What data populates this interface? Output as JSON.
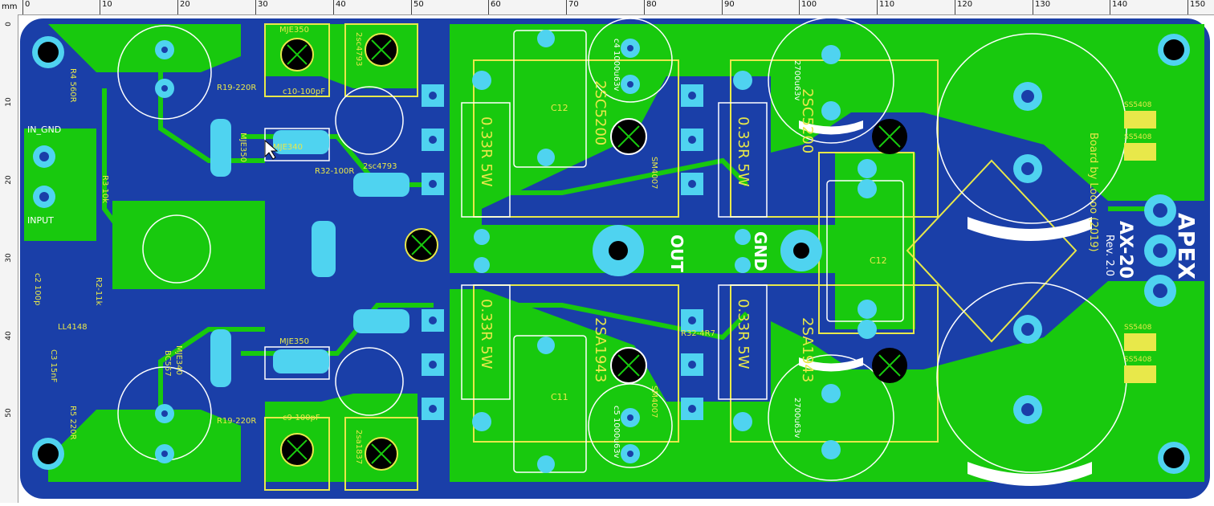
{
  "ruler": {
    "unit": "mm",
    "top_ticks": [
      "0",
      "10",
      "20",
      "30",
      "40",
      "50",
      "60",
      "70",
      "80",
      "90",
      "100",
      "110",
      "120",
      "130",
      "140",
      "150"
    ],
    "left_ticks": [
      "0",
      "10",
      "20",
      "30",
      "40",
      "50"
    ]
  },
  "colors": {
    "board": "#1a3fa8",
    "copper": "#18c90e",
    "pad": "#4fd3f0",
    "silk": "#e8e84a",
    "outline": "#ffffff"
  },
  "labels": {
    "brand": "APEX",
    "model": "AX-20",
    "rev": "Rev. 2.0",
    "credit": "Board by Loooo (2019)",
    "out": "OUT",
    "gnd": "GND",
    "in_gnd": "IN_GND",
    "input": "INPUT",
    "res_top_left": "0.33R 5W",
    "res_top_right": "0.33R 5W",
    "res_bot_left": "0.33R 5W",
    "res_bot_right": "0.33R 5W",
    "c12_a": "C12",
    "c12_b": "C12",
    "c11": "C11",
    "q_top_a": "2SC5200",
    "q_top_b": "2SC5200",
    "q_bot_a": "2SA1943",
    "q_bot_b": "2SA1943",
    "cap_bulk_1": "2700u63v",
    "cap_bulk_2": "2700u63v",
    "c4": "c4 1000u63v",
    "c5": "c5 1000u63v",
    "mje340_a": "MJE340",
    "mje340_b": "MJE340",
    "mje350_a": "MJE350",
    "mje350_b": "MJE350",
    "mje350_c": "MJE350",
    "c10": "c10-100pF",
    "c9": "c9-100pF",
    "r19a": "R19-220R",
    "r19b": "R19-220R",
    "r32": "R32-100R",
    "r4": "R4 560R",
    "r5": "R5 220R",
    "r3": "R3 10k",
    "r2": "R2-11k",
    "c2": "c2 100p",
    "c3": "C3 15nF",
    "ll": "LL4148",
    "bc557": "BC557",
    "sm4007a": "SM4007",
    "sm4007b": "SM4007",
    "r47": "R32-4R7",
    "ss_a": "SS5408",
    "ss_b": "SS5408",
    "ss_c": "SS5408",
    "ss_d": "SS5408",
    "sc4793": "2sc4793",
    "sa1837": "2sa1837",
    "sc4793b": "2sc4793"
  }
}
